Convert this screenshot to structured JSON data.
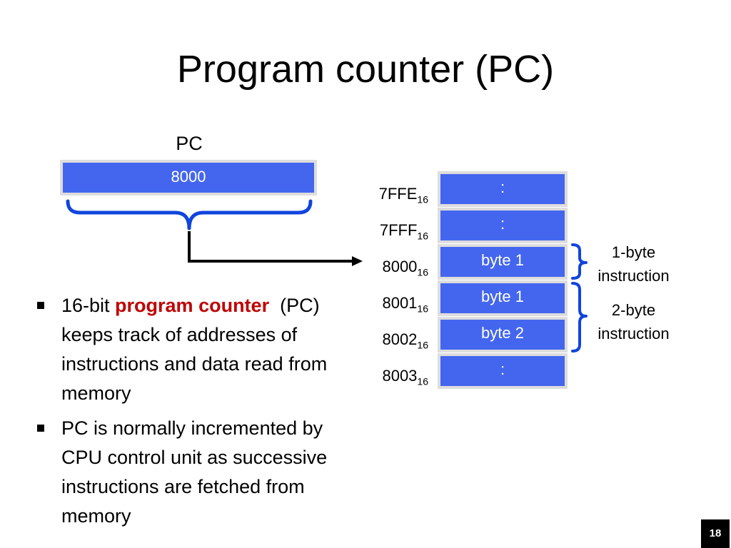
{
  "title": "Program counter (PC)",
  "pc": {
    "label": "PC",
    "value": "8000"
  },
  "memory": {
    "subscript": "16",
    "rows": [
      {
        "address": "7FFE",
        "content": ":"
      },
      {
        "address": "7FFF",
        "content": ":"
      },
      {
        "address": "8000",
        "content": "byte 1"
      },
      {
        "address": "8001",
        "content": "byte 1"
      },
      {
        "address": "8002",
        "content": "byte 2"
      },
      {
        "address": "8003",
        "content": ":"
      }
    ]
  },
  "instructions": {
    "one_byte": [
      "1-byte",
      "instruction"
    ],
    "two_byte": [
      "2-byte",
      "instruction"
    ]
  },
  "bullets": {
    "b1": {
      "pre": "16-bit ",
      "highlight": "program counter",
      "post": "  (PC) keeps track of addresses of instructions and data read from memory"
    },
    "b2": {
      "text": "PC is normally incremented by CPU control unit as successive instructions are fetched from memory"
    }
  },
  "slide_number": "18",
  "colors": {
    "cell_fill": "#4466ee",
    "cell_border": "#dddddd",
    "brace": "#1144dd",
    "highlight": "#c00000"
  },
  "icons": {
    "bullet": "square-bullet-icon"
  }
}
